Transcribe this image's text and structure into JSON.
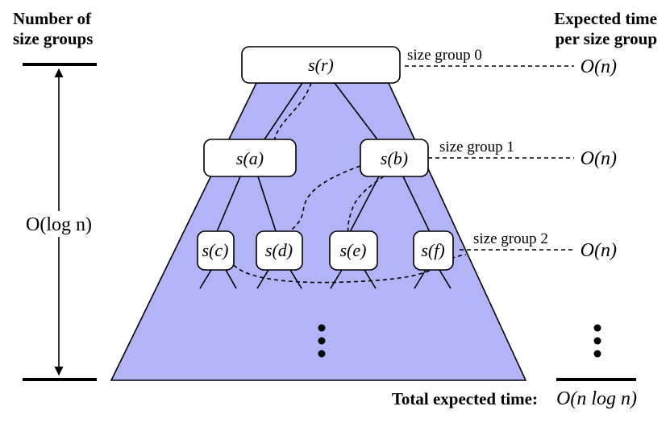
{
  "colors": {
    "tree_fill": "#b3b3f7"
  },
  "headers": {
    "left_line1": "Number of",
    "left_line2": "size groups",
    "right_line1": "Expected time",
    "right_line2": "per size group"
  },
  "height_label": "O(log n)",
  "nodes": [
    {
      "id": "r",
      "label": "s(r)"
    },
    {
      "id": "a",
      "label": "s(a)"
    },
    {
      "id": "b",
      "label": "s(b)"
    },
    {
      "id": "c",
      "label": "s(c)"
    },
    {
      "id": "d",
      "label": "s(d)"
    },
    {
      "id": "e",
      "label": "s(e)"
    },
    {
      "id": "f",
      "label": "s(f)"
    }
  ],
  "groups": [
    {
      "label": "size group 0",
      "time": "O(n)"
    },
    {
      "label": "size group 1",
      "time": "O(n)"
    },
    {
      "label": "size group 2",
      "time": "O(n)"
    }
  ],
  "footer": {
    "label": "Total expected time:",
    "total": "O(n log n)"
  }
}
